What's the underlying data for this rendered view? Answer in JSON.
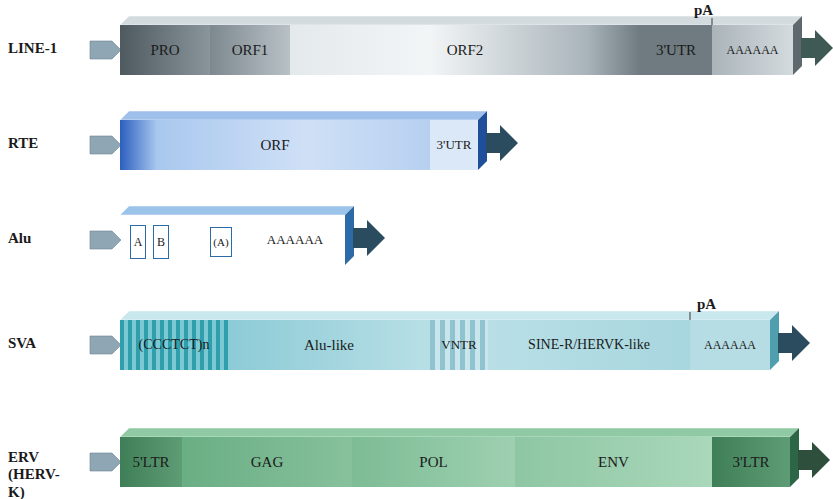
{
  "diagram": {
    "nodes": [
      {
        "text": [
          "LINE-1"
        ]
      },
      {
        "text": [
          "PRO"
        ],
        "in": 0
      },
      {
        "text": [
          "ORF1"
        ],
        "in": 0
      },
      {
        "text": [
          "ORF2"
        ],
        "in": 0
      },
      {
        "text": [
          "3'UTR"
        ],
        "in": 0
      },
      {
        "text": [
          "AAAAAA"
        ],
        "in": 0
      },
      {
        "text": [
          "RTE"
        ]
      },
      {
        "text": [
          "ORF"
        ],
        "in": 6
      },
      {
        "text": [
          "3'UTR"
        ],
        "in": 6
      },
      {
        "text": [
          "Alu"
        ]
      },
      {
        "text": [
          "A"
        ],
        "in": 9
      },
      {
        "text": [
          "B"
        ],
        "in": 9
      },
      {
        "text": [
          "(A)"
        ],
        "in": 9
      },
      {
        "text": [
          "AAAAAA"
        ],
        "in": 9
      },
      {
        "text": [
          "SVA"
        ]
      },
      {
        "text": [
          "(CCCTCT)n"
        ],
        "in": 14
      },
      {
        "text": [
          "Alu-like"
        ],
        "in": 14
      },
      {
        "text": [
          "VNTR"
        ],
        "in": 14
      },
      {
        "text": [
          "SINE-R/HERVK-like"
        ],
        "in": 14
      },
      {
        "text": [
          "AAAAAA"
        ],
        "in": 14
      },
      {
        "text": [
          "ERV (HERV-K)"
        ]
      },
      {
        "text": [
          "5'LTR"
        ],
        "in": 20
      },
      {
        "text": [
          "GAG"
        ],
        "in": 20
      },
      {
        "text": [
          "POL"
        ],
        "in": 20
      },
      {
        "text": [
          "ENV"
        ],
        "in": 20
      },
      {
        "text": [
          "3'LTR"
        ],
        "in": 20
      }
    ],
    "labels": [
      "pA",
      "pA"
    ]
  }
}
